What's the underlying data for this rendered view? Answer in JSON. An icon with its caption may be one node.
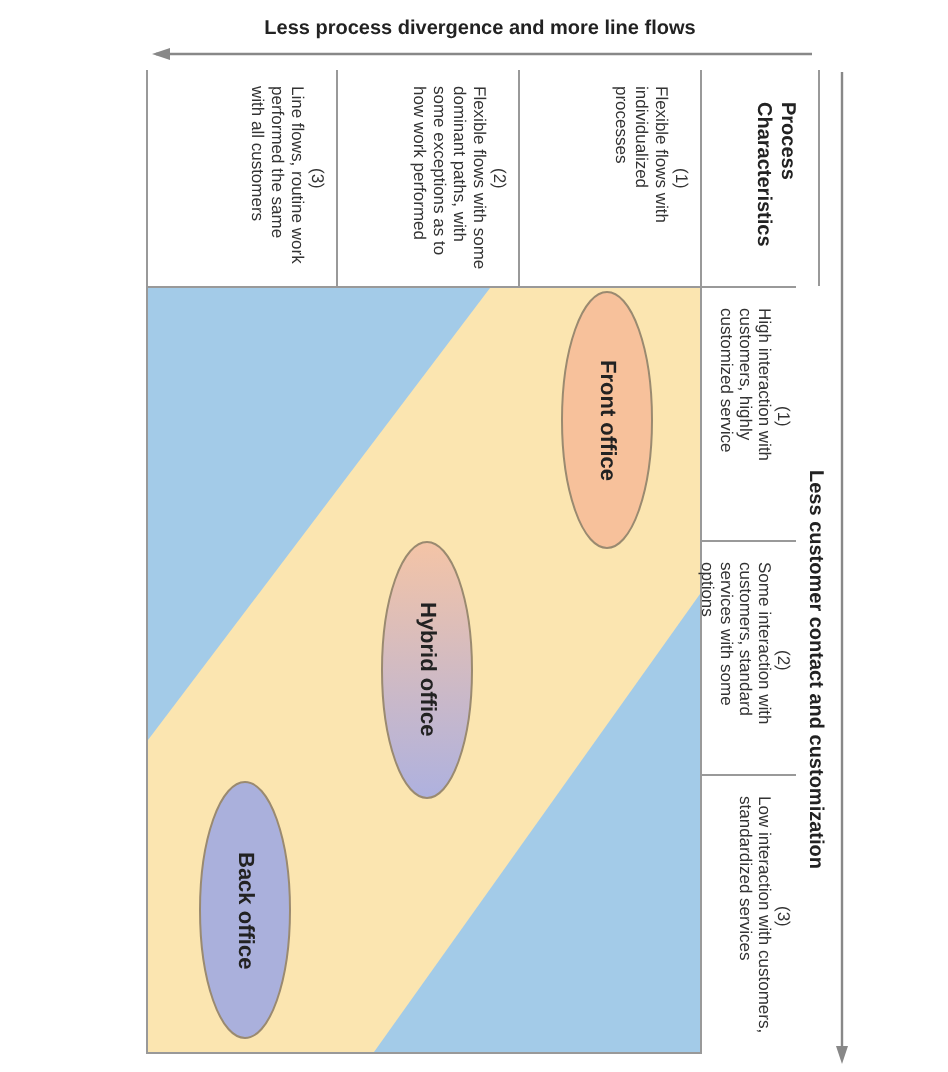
{
  "diagram": {
    "nodes": [
      {
        "text": [
          "Process Characteristics"
        ]
      },
      {
        "text": [
          "(1)",
          "Flexible flows with individualized processes"
        ]
      },
      {
        "text": [
          "(2)",
          "Flexible flows with some dominant paths, with some exceptions as to how work performed"
        ]
      },
      {
        "text": [
          "(3)",
          "Line flows, routine work performed the same with all customers"
        ]
      },
      {
        "text": [
          "(1)",
          "High interaction with customers, highly customized service"
        ]
      },
      {
        "text": [
          "(2)",
          "Some interaction with customers, standard services with some options"
        ]
      },
      {
        "text": [
          "(3)",
          "Low interaction with customers, standardized services"
        ]
      },
      {
        "text": [
          "Front office"
        ]
      },
      {
        "text": [
          "Hybrid office"
        ]
      },
      {
        "text": [
          "Back office"
        ]
      }
    ],
    "labels": [
      "Less process divergence and more line flows",
      "Less customer contact and customization"
    ]
  }
}
